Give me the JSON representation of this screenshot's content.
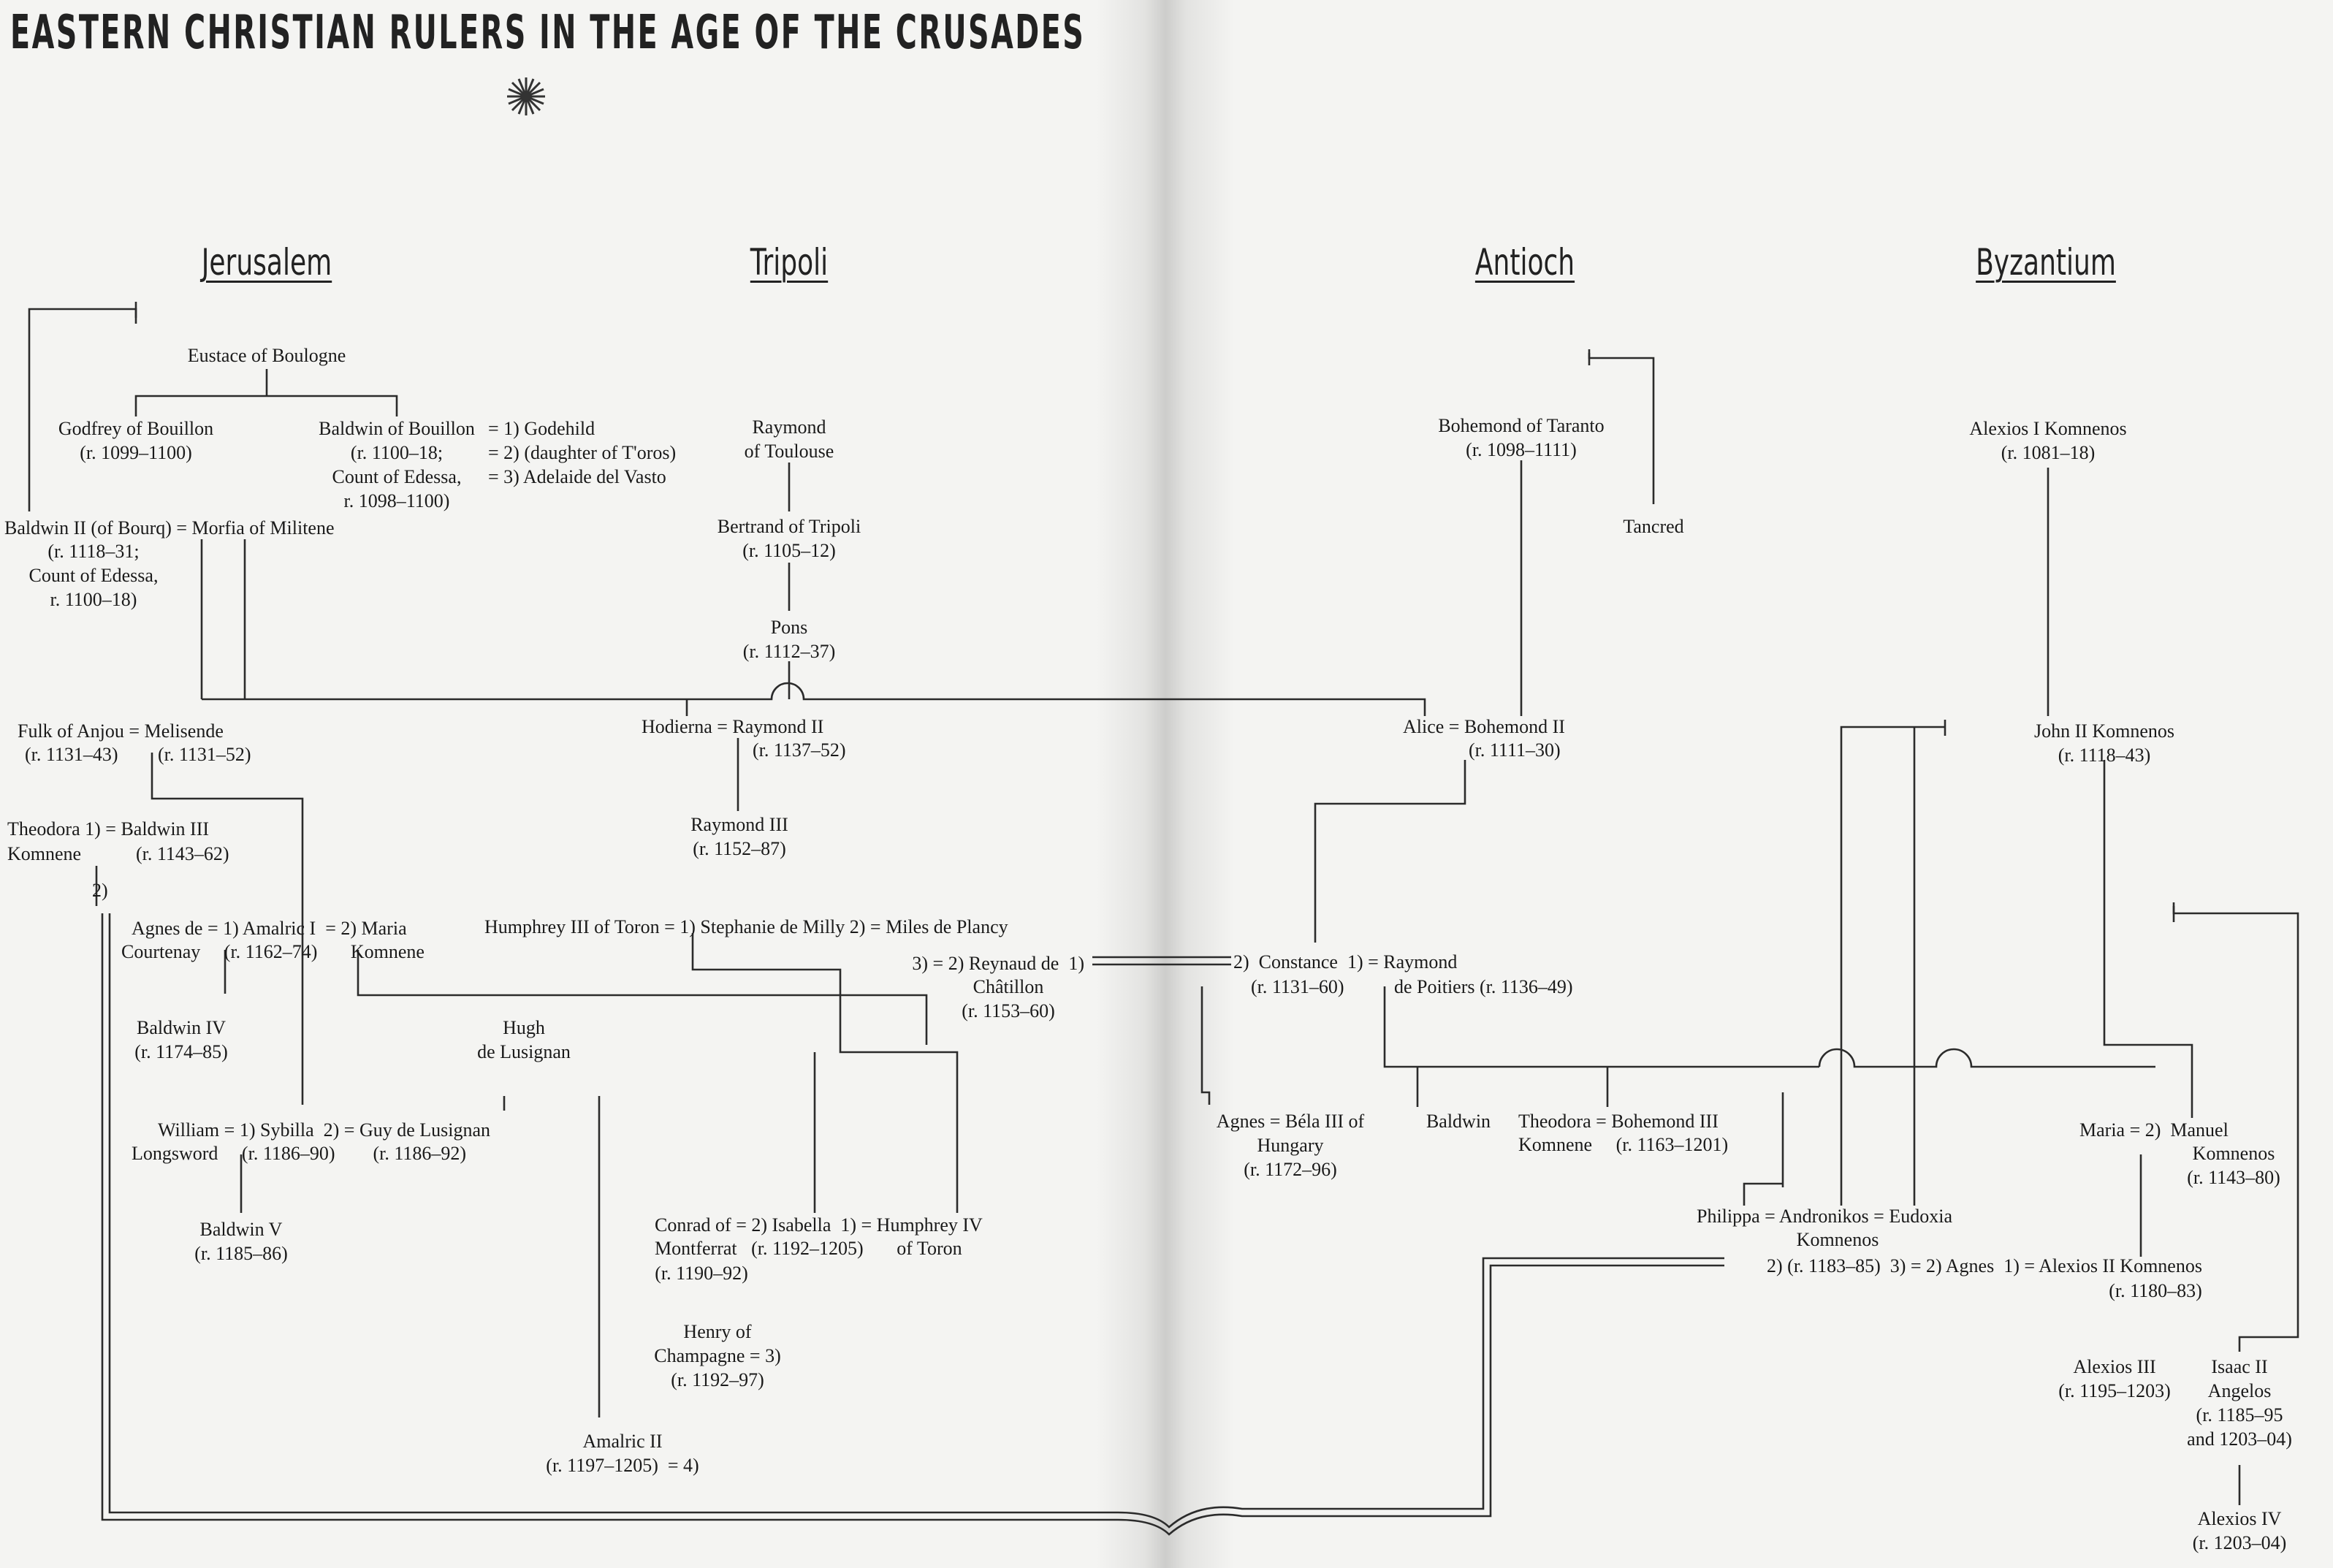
{
  "title": "EASTERN CHRISTIAN RULERS IN THE AGE OF THE CRUSADES",
  "ornament_icon": "sunburst-ornament-icon",
  "headers": {
    "jerusalem": "Jerusalem",
    "tripoli": "Tripoli",
    "antioch": "Antioch",
    "byzantium": "Byzantium"
  },
  "people": {
    "eustace": "Eustace of Boulogne",
    "godfrey": "Godfrey of Bouillon\n(r. 1099–1100)",
    "baldwin1": "Baldwin of Bouillon\n(r. 1100–18;\nCount of Edessa,\nr. 1098–1100)",
    "baldwin1_wives": "= 1) Godehild\n= 2) (daughter of T'oros)\n= 3) Adelaide del Vasto",
    "baldwin2": "Baldwin II (of Bourq) = Morfia of Militene",
    "baldwin2_reign": "(r. 1118–31;\nCount of Edessa,\nr. 1100–18)",
    "fulk": "Fulk of Anjou = Melisende",
    "fulk_reign": "(r. 1131–43)",
    "melisende_reign": "(r. 1131–52)",
    "theodora_b3": "Theodora 1) = Baldwin III",
    "komnene": "Komnene",
    "baldwin3_reign": "(r. 1143–62)",
    "marker_2": "2)",
    "agnes_amalric": "Agnes de = 1) Amalric I  = 2) Maria",
    "courtenay_line": "Courtenay     (r. 1162–74)       Komnene",
    "baldwin4": "Baldwin IV\n(r. 1174–85)",
    "hugh": "Hugh\nde Lusignan",
    "william_sybilla": "William = 1) Sybilla  2) = Guy de Lusignan",
    "longsword_line": "Longsword     (r. 1186–90)        (r. 1186–92)",
    "baldwin5": "Baldwin V\n(r. 1185–86)",
    "raymond_toulouse": "Raymond\nof Toulouse",
    "bertrand": "Bertrand of Tripoli\n(r. 1105–12)",
    "pons": "Pons\n(r. 1112–37)",
    "hodierna": "Hodierna = Raymond II",
    "raymond2_reign": "(r. 1137–52)",
    "raymond3": "Raymond III\n(r. 1152–87)",
    "humphrey3": "Humphrey III of Toron = 1) Stephanie de Milly 2) = Miles de Plancy",
    "reynaud": "3) = 2) Reynaud de  1)",
    "chatillon": "Châtillon\n(r. 1153–60)",
    "conrad_isabella": "Conrad of = 2) Isabella  1) = Humphrey IV",
    "montferrat_line": "Montferrat   (r. 1192–1205)       of Toron",
    "conrad_reign": "(r. 1190–92)",
    "henry": "Henry of\nChampagne = 3)\n(r. 1192–97)",
    "amalric2": "Amalric II\n(r. 1197–1205)  = 4)",
    "bohemond_taranto": "Bohemond of Taranto\n(r. 1098–1111)",
    "tancred": "Tancred",
    "alice_bohemond2": "Alice = Bohemond II",
    "bohemond2_reign": "(r. 1111–30)",
    "constance": "2)  Constance  1) = Raymond",
    "constance_reign": "(r. 1131–60)",
    "poitiers": "de Poitiers (r. 1136–49)",
    "agnes_bela": "Agnes = Béla III of\nHungary\n(r. 1172–96)",
    "baldwin_antioch": "Baldwin",
    "theodora_bohemond3": "Theodora = Bohemond III",
    "bohemond3_line": "Komnene     (r. 1163–1201)",
    "alexios1": "Alexios I Komnenos\n(r. 1081–18)",
    "john2": "John II Komnenos\n(r. 1118–43)",
    "maria_manuel": "Maria = 2)  Manuel",
    "manuel_reign": "Komnenos\n(r. 1143–80)",
    "philippa_andronikos": "Philippa = Andronikos = Eudoxia",
    "andronikos_komnenos": "Komnenos",
    "andronikos_reign_agnes": "2) (r. 1183–85)  3) = 2) Agnes  1) = Alexios II Komnenos",
    "alexios2_reign": "(r. 1180–83)",
    "alexios3": "Alexios III\n(r. 1195–1203)",
    "isaac2": "Isaac II\nAngelos\n(r. 1185–95\nand 1203–04)",
    "alexios4": "Alexios IV\n(r. 1203–04)"
  }
}
